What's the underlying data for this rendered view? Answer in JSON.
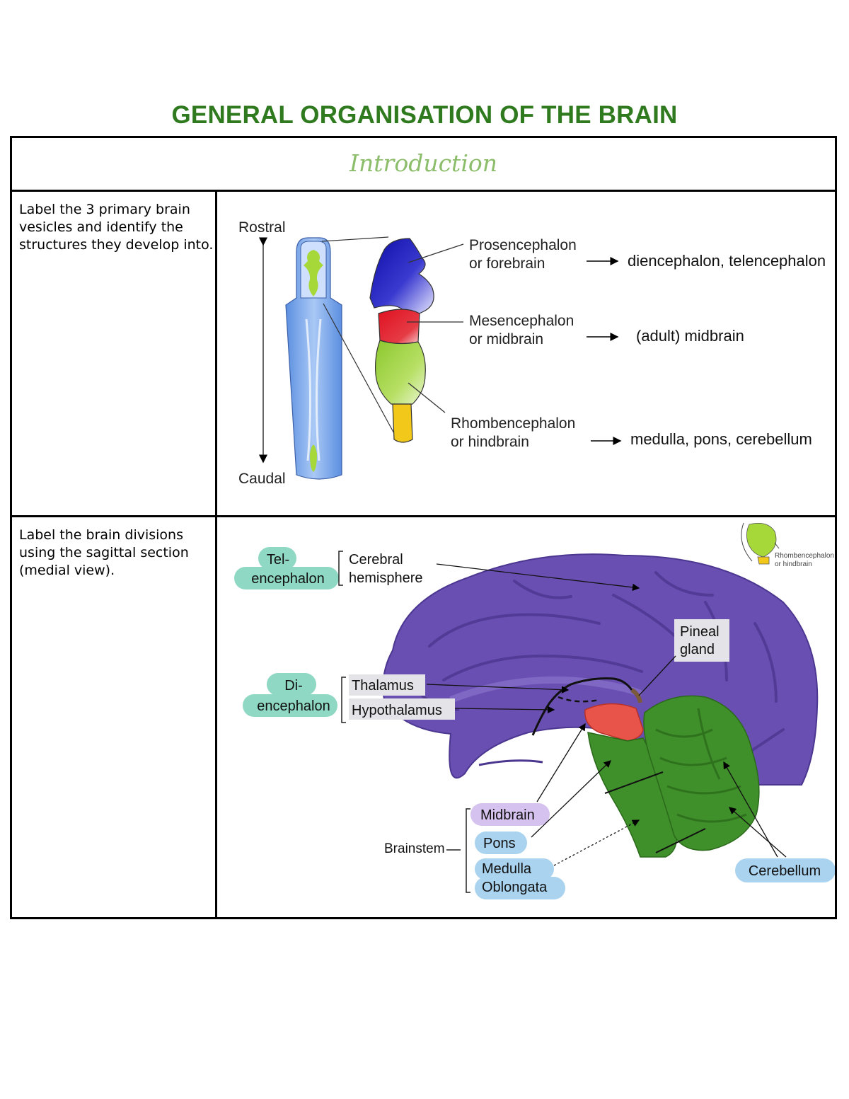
{
  "title": "GENERAL ORGANISATION OF THE BRAIN",
  "section_heading": "Introduction",
  "rows": [
    {
      "prompt": "Label the 3 primary brain vesicles and identify the structures they develop into.",
      "axis": {
        "top": "Rostral",
        "bottom": "Caudal"
      },
      "vesicles": [
        {
          "name_line1": "Prosencephalon",
          "name_line2": "or forebrain",
          "develops_into": "diencephalon, telencephalon",
          "color": "#1a1aa8"
        },
        {
          "name_line1": "Mesencephalon",
          "name_line2": "or midbrain",
          "develops_into": "(adult) midbrain",
          "color": "#e0202a"
        },
        {
          "name_line1": "Rhombencephalon",
          "name_line2": "or hindbrain",
          "develops_into": "medulla, pons, cerebellum",
          "color": "#a6d83a"
        }
      ]
    },
    {
      "prompt": "Label the brain divisions using the sagittal section (medial view).",
      "tel": {
        "line1": "Tel-",
        "line2": "encephalon"
      },
      "cerebral": {
        "line1": "Cerebral",
        "line2": "hemisphere"
      },
      "di": {
        "line1": "Di-",
        "line2": "encephalon"
      },
      "thalamus": "Thalamus",
      "hypothalamus": "Hypothalamus",
      "pineal": {
        "line1": "Pineal",
        "line2": "gland"
      },
      "brainstem": "Brainstem",
      "midbrain": "Midbrain",
      "pons": "Pons",
      "medulla": {
        "line1": "Medulla",
        "line2": "Oblongata"
      },
      "cerebellum": "Cerebellum",
      "inset": {
        "line1": "Rhombencephalon",
        "line2": "or hindbrain"
      },
      "colors": {
        "cerebrum": "#6a4fb3",
        "midbrain_region": "#e8544a",
        "hindbrain_region": "#3f8f2a",
        "teal_label": "#8fd8c4",
        "blue_label": "#a9d3ef",
        "lilac_label": "#d6c2ee",
        "pineal_label": "#e3e3e8"
      }
    }
  ]
}
